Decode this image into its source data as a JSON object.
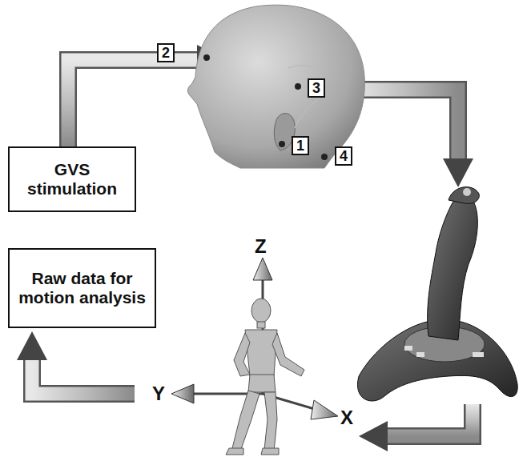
{
  "diagram": {
    "nodes": [
      {
        "text": [
          "GVS stimulation"
        ]
      },
      {
        "text": [
          "Raw data for motion analysis"
        ]
      }
    ],
    "labels": [
      "2",
      "3",
      "1",
      "4",
      "Z",
      "Y",
      "X"
    ]
  }
}
